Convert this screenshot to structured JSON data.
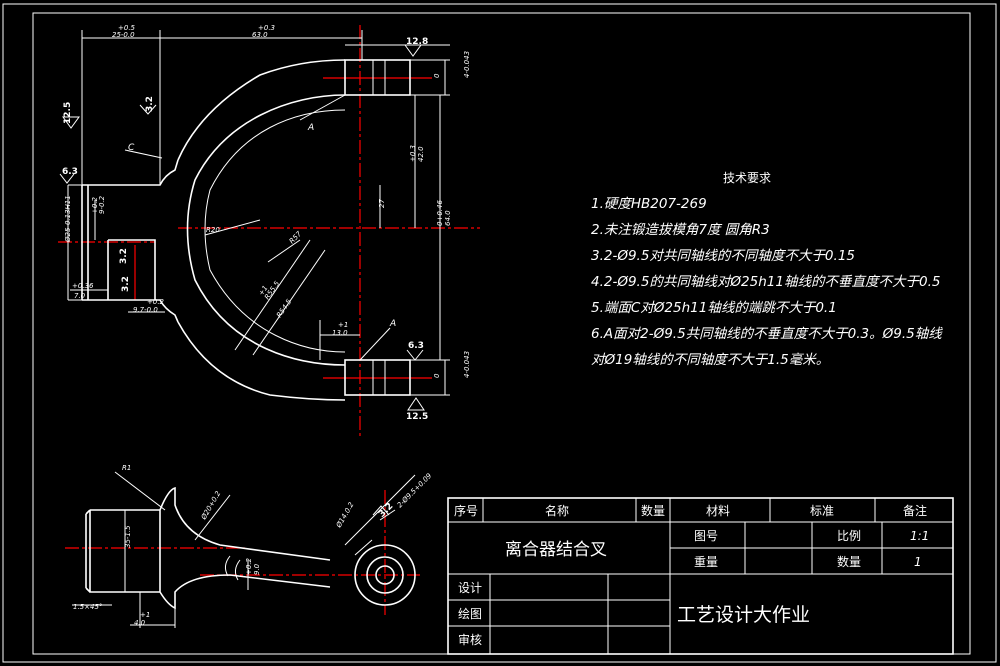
{
  "dimensions": {
    "tol_05": "+0.5",
    "len_25": "25-0.0",
    "tol_03": "+0.3",
    "len_63": "63.0",
    "rough_128": "12.8",
    "rough_125": "12.5",
    "rough_63_left": "6.3",
    "rough_32_left": "3.2",
    "rough_32_mid": "3.2",
    "rough_63_right": "6.3",
    "rough_125_bottom": "12.5",
    "rough_32_small": "3.2",
    "c_label": "C",
    "a_label_upper": "A",
    "a_label_lower": "A",
    "dia25": "Ø25-0.13H11",
    "tol_02a": "+0.2",
    "val_90": "9-0.2",
    "tol_036": "+0.36",
    "len_70": "7.0",
    "tol_02b": "+0.2",
    "len_97": "9.7-0.0",
    "r20": "R20",
    "r57": "R57",
    "r555": "R55.5",
    "r545": "R54.5",
    "tol_1a": "+1",
    "r_a": "+1",
    "len_130": "13.0",
    "tol_vert_43_top": "0",
    "v_43_top": "4-0.043",
    "tol_03_right": "+0.3",
    "len_42": "42.0",
    "v_27": "27",
    "v_64": "0+0.46",
    "v_64b": "64.0",
    "tol_vert_43_bot": "0",
    "v_43_bot": "4-0.043",
    "r1": "R1",
    "v_35": "35-1.5",
    "v_phi20": "Ø20+0.2",
    "v_phi14": "Ø14.0.2",
    "v_phi95": "2-Ø9.5+0.09",
    "v_15x45": "1.5×45°",
    "tol_1b": "+1",
    "len_40": "4.0",
    "tol_02c": "+0.2",
    "v_9": "9.0"
  },
  "tech_requirements": {
    "title": "技术要求",
    "items": [
      "1.硬度HB207-269",
      "2.未注锻造拔模角7度  圆角R3",
      "3.2-Ø9.5对共同轴线的不同轴度不大于0.15",
      "4.2-Ø9.5的共同轴线对Ø25h11轴线的不垂直度不大于0.5",
      "5.端面C对Ø25h11轴线的端跳不大于0.1",
      "6.A面对2-Ø9.5共同轴线的不垂直度不大于0.3。Ø9.5轴线",
      "对Ø19轴线的不同轴度不大于1.5毫米。"
    ]
  },
  "title_block": {
    "col_seq": "序号",
    "col_name": "名称",
    "col_qty": "数量",
    "col_mat": "材料",
    "col_std": "标准",
    "col_note": "备注",
    "part_name": "离合器结合叉",
    "drawing_no_label": "图号",
    "weight_label": "重量",
    "scale_label": "比例",
    "scale_value": "1:1",
    "qty_label": "数量",
    "qty_value": "1",
    "design_label": "设计",
    "draw_label": "绘图",
    "review_label": "审核",
    "project_title": "工艺设计大作业"
  }
}
